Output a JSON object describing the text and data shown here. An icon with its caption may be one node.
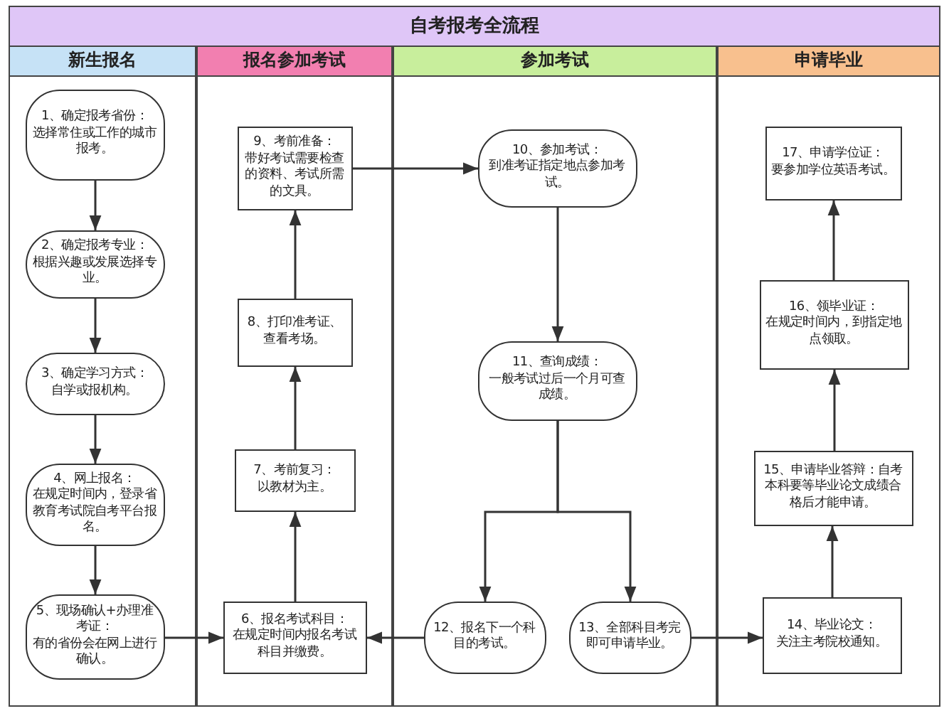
{
  "diagram": {
    "title": "自考报考全流程",
    "nodes": [
      {
        "text": [
          "新生报名"
        ]
      },
      {
        "text": [
          "1、确定报考省份：",
          "选择常住或工作的城市报考。"
        ],
        "in": 0
      },
      {
        "text": [
          "2、确定报考专业：",
          "根据兴趣或发展选择专业。"
        ],
        "in": 0
      },
      {
        "text": [
          "3、确定学习方式：",
          "自学或报机构。"
        ],
        "in": 0
      },
      {
        "text": [
          "4、网上报名：",
          "在规定时间内，登录省教育考试院自考平台报名。"
        ],
        "in": 0
      },
      {
        "text": [
          "5、现场确认+办理准考证：",
          "有的省份会在网上进行确认。"
        ],
        "in": 0
      },
      {
        "text": [
          "报名参加考试"
        ]
      },
      {
        "text": [
          "6、报名考试科目：",
          "在规定时间内报名考试科目并缴费。"
        ],
        "in": 6
      },
      {
        "text": [
          "7、考前复习：",
          "以教材为主。"
        ],
        "in": 6
      },
      {
        "text": [
          "8、打印准考证、查看考场。"
        ],
        "in": 6
      },
      {
        "text": [
          "9、考前准备：",
          "带好考试需要检查的资料、考试所需的文具。"
        ],
        "in": 6
      },
      {
        "text": [
          "参加考试"
        ]
      },
      {
        "text": [
          "10、参加考试：",
          "到准考证指定地点参加考试。"
        ],
        "in": 11
      },
      {
        "text": [
          "11、查询成绩：",
          "一般考试过后一个月可查成绩。"
        ],
        "in": 11
      },
      {
        "text": [
          "12、报名下一个科目的考试。"
        ],
        "in": 11
      },
      {
        "text": [
          "13、全部科目考完即可申请毕业。"
        ],
        "in": 11
      },
      {
        "text": [
          "申请毕业"
        ]
      },
      {
        "text": [
          "14、毕业论文：",
          "关注主考院校通知。"
        ],
        "in": 16
      },
      {
        "text": [
          "15、申请毕业答辩：自考本科要等毕业论文成绩合格后才能申请。"
        ],
        "in": 16
      },
      {
        "text": [
          "16、领毕业证：",
          "在规定时间内，到指定地点领取。"
        ],
        "in": 16
      },
      {
        "text": [
          "17、申请学位证：",
          "要参加学位英语考试。"
        ],
        "in": 16
      }
    ],
    "edges": [
      {
        "from": 1,
        "to": 2,
        "arrow": "to"
      },
      {
        "from": 2,
        "to": 3,
        "arrow": "to"
      },
      {
        "from": 3,
        "to": 4,
        "arrow": "to"
      },
      {
        "from": 4,
        "to": 5,
        "arrow": "to"
      },
      {
        "from": 5,
        "to": 7,
        "arrow": "to"
      },
      {
        "from": 7,
        "to": 8,
        "arrow": "to"
      },
      {
        "from": 8,
        "to": 9,
        "arrow": "to"
      },
      {
        "from": 9,
        "to": 10,
        "arrow": "to"
      },
      {
        "from": 10,
        "to": 12,
        "arrow": "to"
      },
      {
        "from": 12,
        "to": 13,
        "arrow": "to"
      },
      {
        "from": 13,
        "to": 14,
        "arrow": "to"
      },
      {
        "from": 13,
        "to": 15,
        "arrow": "to"
      },
      {
        "from": 14,
        "to": 7,
        "arrow": "to"
      },
      {
        "from": 15,
        "to": 17,
        "arrow": "to"
      },
      {
        "from": 17,
        "to": 18,
        "arrow": "to"
      },
      {
        "from": 18,
        "to": 19,
        "arrow": "to"
      },
      {
        "from": 19,
        "to": 20,
        "arrow": "to"
      }
    ]
  }
}
